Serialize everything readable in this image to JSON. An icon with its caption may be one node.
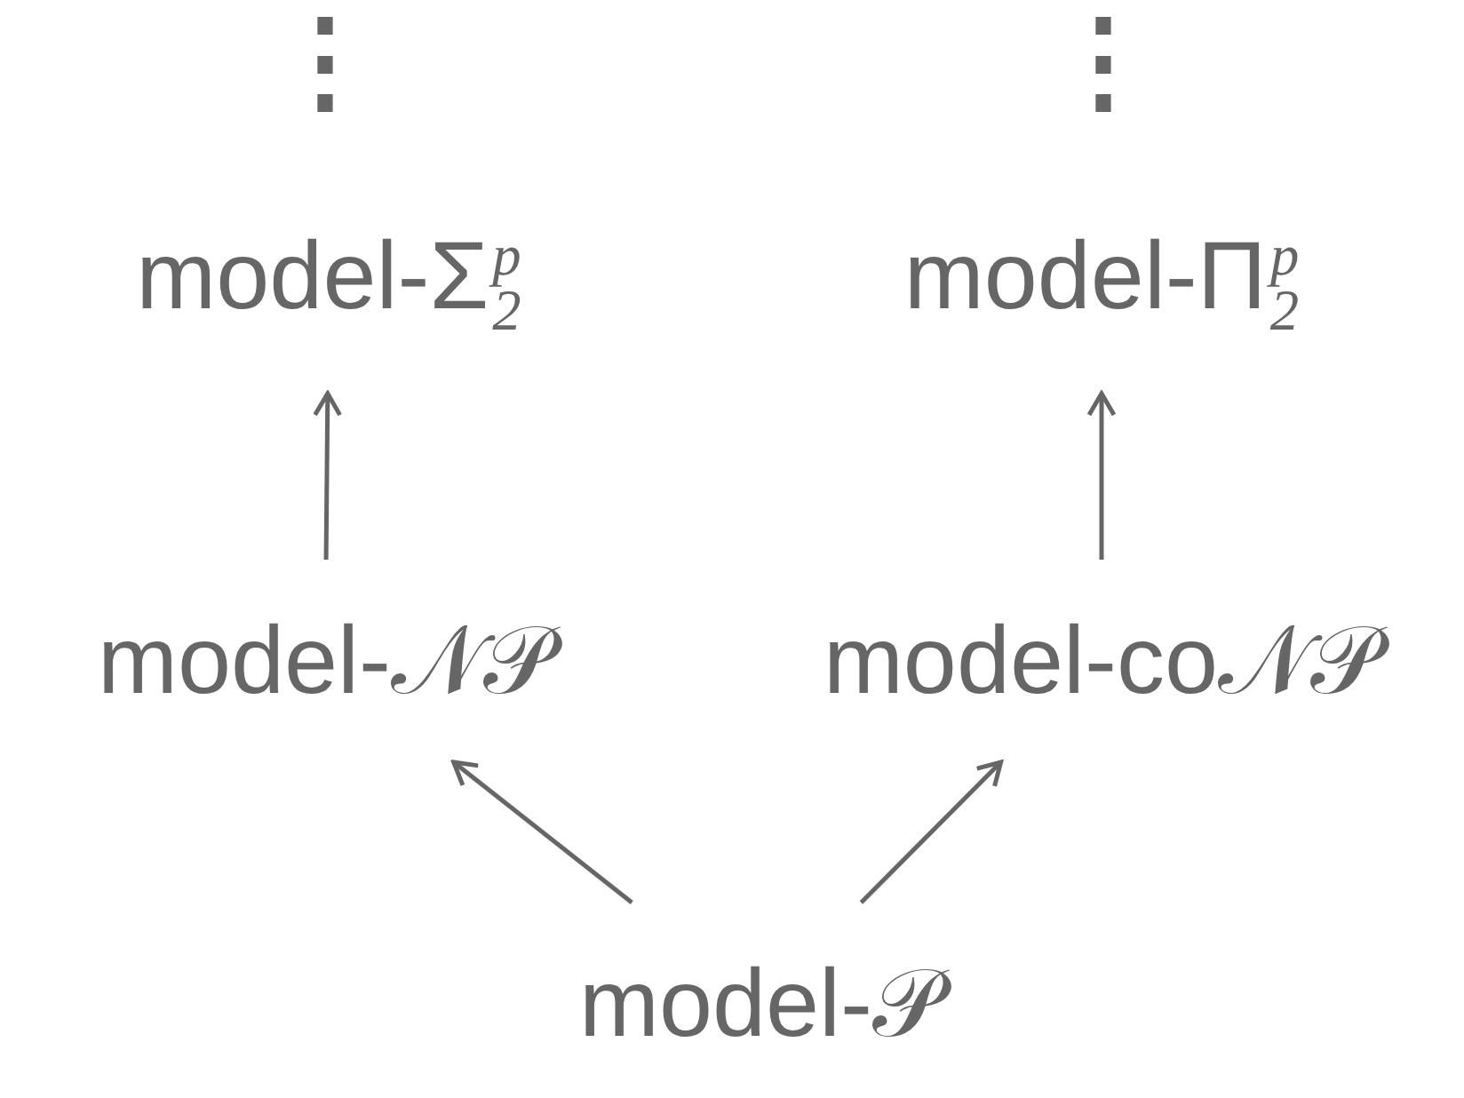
{
  "diagram": {
    "nodes": [
      {
        "text": [
          "model-Σ$_{2}$$^{p}$"
        ]
      },
      {
        "text": [
          "model-Π$_{2}$$^{p}$"
        ]
      },
      {
        "text": [
          "model-𝒩𝒫"
        ]
      },
      {
        "text": [
          "model-co𝒩𝒫"
        ]
      },
      {
        "text": [
          "model-𝒫"
        ]
      }
    ],
    "edges": [
      {
        "from": 2,
        "to": 0,
        "arrow": "to"
      },
      {
        "from": 3,
        "to": 1,
        "arrow": "to"
      },
      {
        "from": 4,
        "to": 2,
        "arrow": "to"
      },
      {
        "from": 4,
        "to": 3,
        "arrow": "to"
      }
    ],
    "labels": [
      "⋮",
      "⋮"
    ]
  }
}
